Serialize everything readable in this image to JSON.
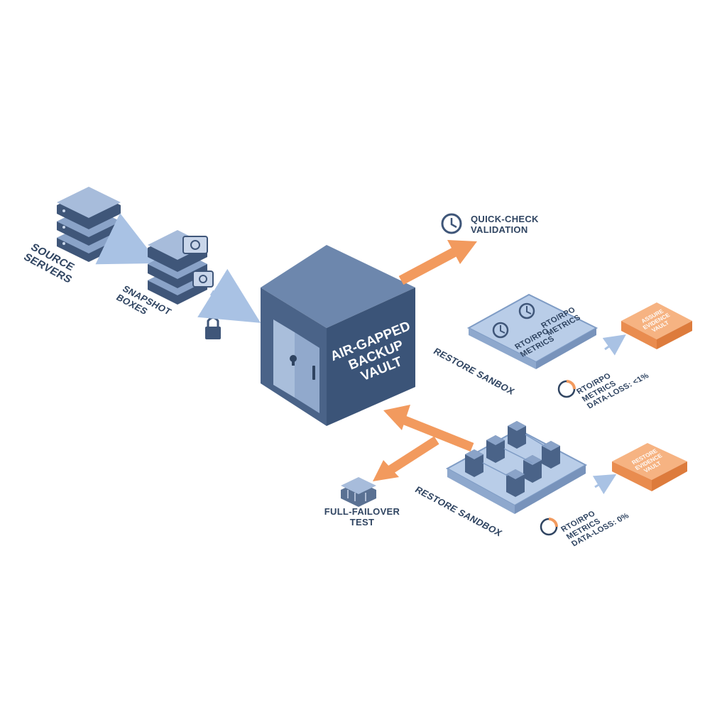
{
  "labels": {
    "source_servers": "SOURCE SERVERS",
    "snapshot_boxes": "SNAPSHOT BOXES",
    "vault": [
      "AIR-GAPPED",
      "BACKUP",
      "VAULT"
    ],
    "quick_check": [
      "QUICK-CHECK",
      "VALIDATION"
    ],
    "restore_sandbox_top": "RESTORE SANBOX",
    "restore_sandbox_bottom": "RESTORE SANDBOX",
    "full_failover": [
      "FULL-FAILOVER",
      "TEST"
    ],
    "metrics_a": [
      "RTO/RPO",
      "METRICS"
    ],
    "metrics_b": [
      "RTO/RPO",
      "METRICS"
    ],
    "metrics_c": [
      "RTO/RPO",
      "METRICS",
      "DATA-LOSS: <1%"
    ],
    "metrics_d": [
      "RTO/RPO",
      "METRICS",
      "DATA-LOSS: 0%"
    ],
    "evidence_top": [
      "ASSURE",
      "EVIDENCE",
      "VAULT"
    ],
    "evidence_bottom": [
      "RESTORE",
      "EVIDENCE",
      "VAULT"
    ]
  },
  "colors": {
    "slate": "#5a7193",
    "light_blue": "#b7cbe6",
    "orange": "#f29a5e",
    "text": "#2f4461"
  },
  "icons": [
    "server-stack-icon",
    "camera-icon",
    "lock-icon",
    "clock-icon",
    "vault-door-icon",
    "gauge-icon"
  ]
}
